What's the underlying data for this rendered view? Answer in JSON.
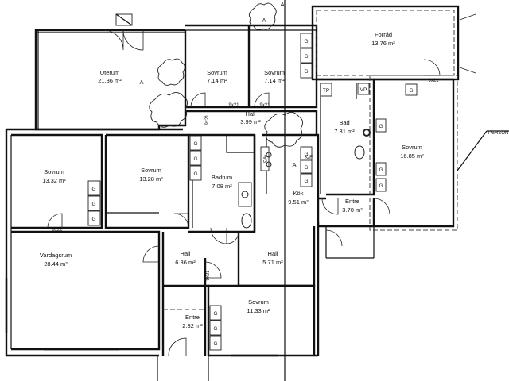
{
  "rooms": [
    {
      "name": "Uterum",
      "area": "21.36 m²"
    },
    {
      "name": "Sovrum",
      "area": "7.14 m²"
    },
    {
      "name": "Sovrum",
      "area": "7.14 m²"
    },
    {
      "name": "Förråd",
      "area": "13.76 m²"
    },
    {
      "name": "Hall",
      "area": "3.99 m²"
    },
    {
      "name": "Sovrum",
      "area": "13.32 m²"
    },
    {
      "name": "Sovrum",
      "area": "13.28 m²"
    },
    {
      "name": "Badrum",
      "area": "7.08 m²"
    },
    {
      "name": "Kök",
      "area": "9.51 m²"
    },
    {
      "name": "Bad",
      "area": "7.31 m²"
    },
    {
      "name": "Sovrum",
      "area": "16.85 m²"
    },
    {
      "name": "Entre",
      "area": "3.70 m²"
    },
    {
      "name": "Vardagsrum",
      "area": "28.44 m²"
    },
    {
      "name": "Hall",
      "area": "6.36 m²"
    },
    {
      "name": "Hall",
      "area": "5.71 m²"
    },
    {
      "name": "Sovrum",
      "area": "11.33 m²"
    },
    {
      "name": "Entre",
      "area": "2.32 m²"
    }
  ],
  "door_labels": [
    "9x21",
    "9x21",
    "9x21",
    "9x21",
    "9x21",
    "9x21"
  ],
  "section_markers": [
    "A",
    "A",
    "A",
    "A"
  ],
  "fixtures": [
    "TP",
    "VP",
    "K/F",
    "WG",
    "G",
    "G",
    "G",
    "G",
    "G",
    "G",
    "G",
    "G",
    "G",
    "G",
    "G",
    "G",
    "G",
    "G",
    "G",
    "G",
    "G",
    "G",
    "G"
  ],
  "notes": [
    "PERSON"
  ]
}
